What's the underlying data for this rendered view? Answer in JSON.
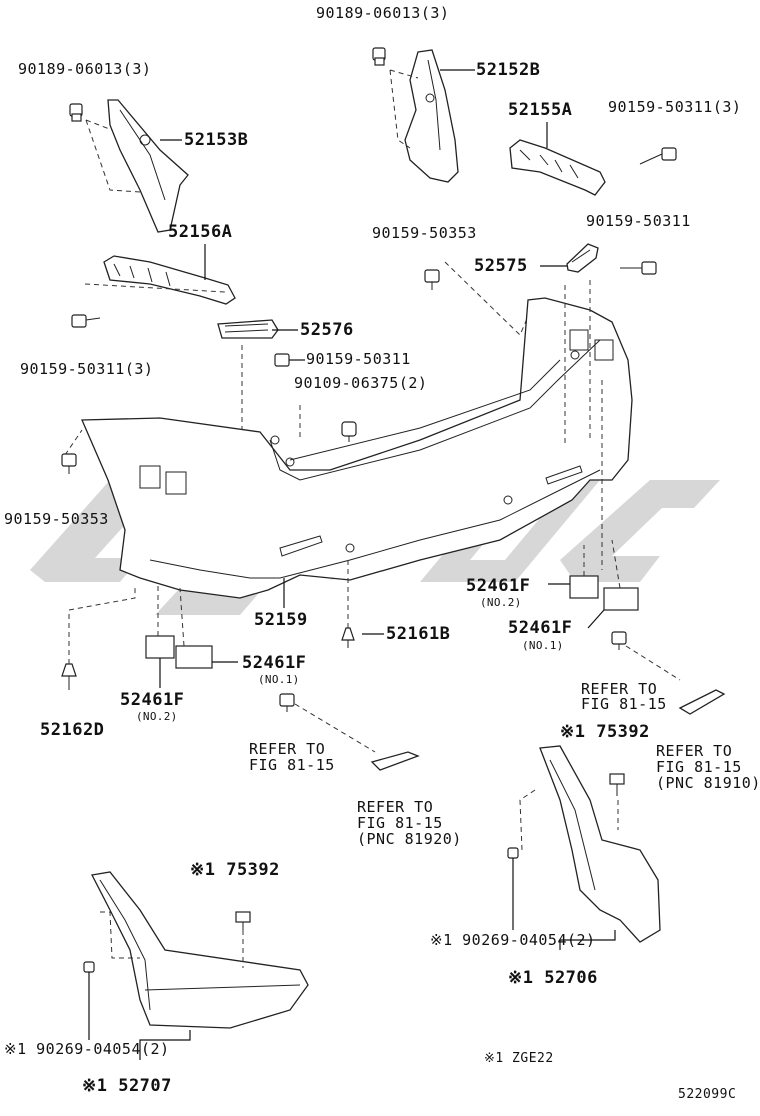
{
  "labels": {
    "p90189_top": "90189-06013(3)",
    "p52152B": "52152B",
    "p90189_left": "90189-06013(3)",
    "p52153B": "52153B",
    "p52155A": "52155A",
    "p90159_50311_3_top": "90159-50311(3)",
    "p52156A": "52156A",
    "p90159_50353_mid": "90159-50353",
    "p90159_50311_right": "90159-50311",
    "p52575": "52575",
    "p52576": "52576",
    "p90159_50311_3_left": "90159-50311(3)",
    "p90159_50311_center": "90159-50311",
    "p90109": "90109-06375(2)",
    "p90159_50353_left": "90159-50353",
    "p52159": "52159",
    "p52461F_no2_right": "52461F",
    "no2_right": "(NO.2)",
    "p52461F_no1_right": "52461F",
    "no1_right": "(NO.1)",
    "p52161B": "52161B",
    "p52461F_no1_left": "52461F",
    "no1_left": "(NO.1)",
    "p52461F_no2_left": "52461F",
    "no2_left": "(NO.2)",
    "p52162D": "52162D",
    "refer_right_a_1": "REFER TO",
    "refer_right_a_2": "FIG 81-15",
    "refer_left_1": "REFER TO",
    "refer_left_2": "FIG 81-15",
    "refer_far_1": "REFER TO",
    "refer_far_2": "FIG 81-15",
    "refer_far_3": "(PNC 81910)",
    "refer_center_1": "REFER TO",
    "refer_center_2": "FIG 81-15",
    "refer_center_3": "(PNC 81920)",
    "p75392_right": "※1 75392",
    "p90269_right": "※1 90269-04054(2)",
    "p52706": "※1 52706",
    "p75392_left": "※1 75392",
    "p90269_left": "※1 90269-04054(2)",
    "p52707": "※1 52707",
    "footnote": "※1 ZGE22",
    "diagram_code": "522099C"
  },
  "colors": {
    "line": "#222222",
    "watermark": "#bdbdbd",
    "background": "#ffffff"
  }
}
